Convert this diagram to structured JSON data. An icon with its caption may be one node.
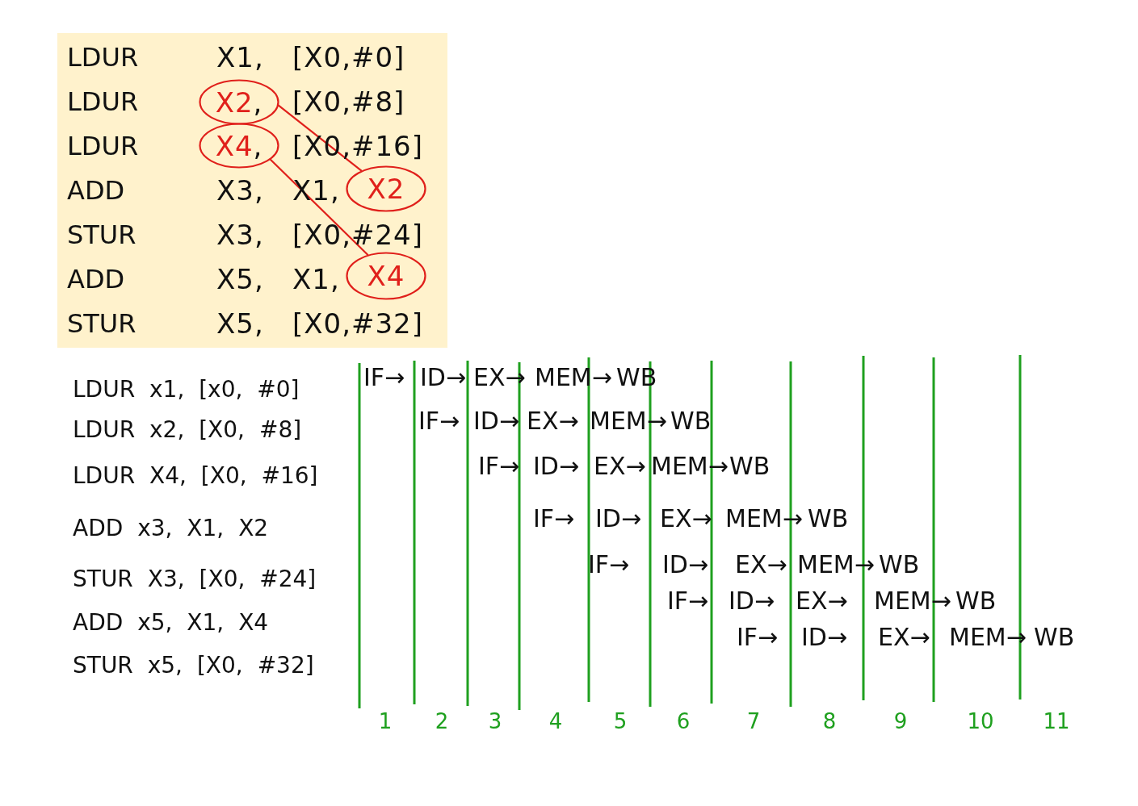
{
  "diagram": {
    "nodes": [
      {
        "text": [
          "LDUR",
          "X1,",
          "[X0,#0]",
          "LDUR",
          "[X0,#8]",
          "LDUR",
          "[X0,#16]",
          "ADD",
          "X3,",
          "X1,",
          "STUR",
          "X3,",
          "[X0,#24]",
          "ADD",
          "X5,",
          "X1,",
          "STUR",
          "X5,",
          "[X0,#32]"
        ]
      },
      {
        "text": [
          "X2",
          ","
        ],
        "in": 0
      },
      {
        "text": [
          "X4",
          ","
        ],
        "in": 0
      },
      {
        "text": [
          "X2"
        ],
        "in": 0
      },
      {
        "text": [
          "X4"
        ],
        "in": 0
      }
    ],
    "edges": [
      {
        "from": 1,
        "to": 3,
        "arrow": "none"
      },
      {
        "from": 2,
        "to": 4,
        "arrow": "none"
      }
    ],
    "labels": [
      "LDUR x1, [x0, #0]",
      "IF→",
      "ID→",
      "EX→",
      "MEM→",
      "WB",
      "LDUR x2, [X0, #8]",
      "IF→",
      "ID→",
      "EX→",
      "MEM→",
      "WB",
      "LDUR X4, [X0, #16]",
      "IF→",
      "ID→",
      "EX→",
      "MEM→",
      "WB",
      "ADD x3, X1, X2",
      "IF→",
      "ID→",
      "EX→",
      "MEM→",
      "WB",
      "STUR X3, [X0, #24]",
      "IF→",
      "ID→",
      "EX→",
      "MEM→",
      "WB",
      "ADD x5, X1, X4",
      "IF→",
      "ID→",
      "EX→",
      "MEM→",
      "WB",
      "STUR x5, [X0, #32]",
      "IF→",
      "ID→",
      "EX→",
      "MEM→",
      "WB",
      "1",
      "2",
      "3",
      "4",
      "5",
      "6",
      "7",
      "8",
      "9",
      "10",
      "11"
    ]
  }
}
